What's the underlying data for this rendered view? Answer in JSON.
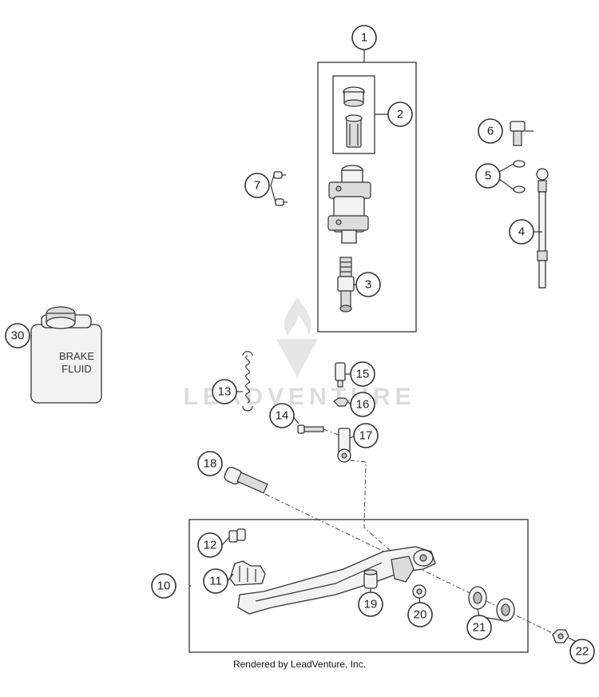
{
  "diagram": {
    "callouts": [
      "1",
      "2",
      "3",
      "4",
      "5",
      "6",
      "7",
      "10",
      "11",
      "12",
      "13",
      "14",
      "15",
      "16",
      "17",
      "18",
      "19",
      "20",
      "21",
      "22",
      "30"
    ],
    "bottle_label_line1": "BRAKE",
    "bottle_label_line2": "FLUID",
    "watermark": "LEADVENTURE"
  },
  "footer": {
    "text": "Rendered by LeadVenture, Inc."
  }
}
